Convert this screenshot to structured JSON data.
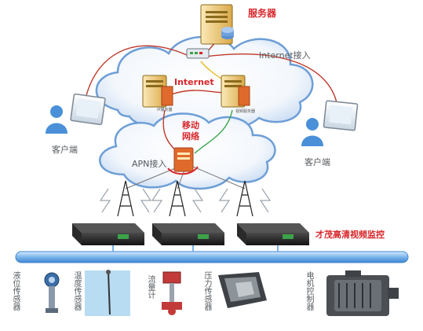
{
  "diagram": {
    "server_label": "服务器",
    "internet_access_top": "Internet接入",
    "internet_cloud_label": "Internet",
    "ip_server_label": "IP服务器",
    "video_server_label": "视频服务器",
    "mobile_network_label": "移动\n网络",
    "apn_access_label": "APN接入",
    "client_left_label": "客户端",
    "client_right_label": "客户端",
    "system_label": "才茂高清视频监控",
    "sensors": [
      {
        "label": "液位传感器"
      },
      {
        "label": "温度传感器"
      },
      {
        "label": "流量计"
      },
      {
        "label": "压力传感器"
      },
      {
        "label": "电机控制器"
      }
    ]
  },
  "colors": {
    "accent_red": "#d8262a",
    "cloud_blue": "#9ec1e8",
    "line_red": "#c0392b",
    "line_green": "#3ba34a",
    "line_yellow": "#e9b825",
    "bus_blue": "#7ab4ea"
  }
}
